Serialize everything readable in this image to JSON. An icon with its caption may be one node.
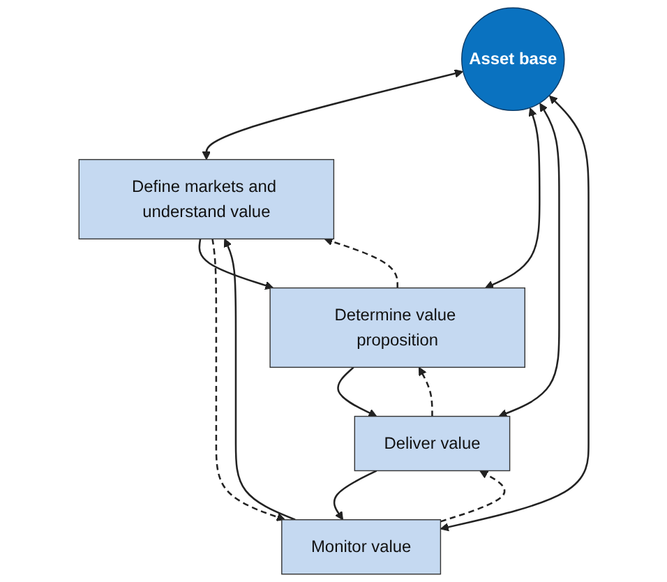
{
  "diagram": {
    "nodes": [
      {
        "text": [
          "Define markets and understand value"
        ]
      },
      {
        "text": [
          "Determine value proposition"
        ]
      },
      {
        "text": [
          "Deliver value"
        ]
      },
      {
        "text": [
          "Monitor value"
        ]
      },
      {
        "text": [
          "Asset base"
        ]
      }
    ],
    "edges": [
      {
        "from": 0,
        "to": 1,
        "arrow": "to"
      },
      {
        "from": 1,
        "to": 2,
        "arrow": "to"
      },
      {
        "from": 2,
        "to": 3,
        "arrow": "to"
      },
      {
        "from": 3,
        "to": 0,
        "arrow": "to"
      },
      {
        "from": 4,
        "to": 0,
        "arrow": "both"
      },
      {
        "from": 4,
        "to": 1,
        "arrow": "both"
      },
      {
        "from": 4,
        "to": 2,
        "arrow": "both"
      },
      {
        "from": 4,
        "to": 3,
        "arrow": "both"
      },
      {
        "from": 0,
        "to": 3,
        "arrow": "to",
        "style": "dashed"
      },
      {
        "from": 1,
        "to": 0,
        "arrow": "to",
        "style": "dashed"
      },
      {
        "from": 3,
        "to": 2,
        "arrow": "to",
        "style": "dashed"
      },
      {
        "from": 2,
        "to": 1,
        "arrow": "to",
        "style": "dashed"
      }
    ]
  }
}
